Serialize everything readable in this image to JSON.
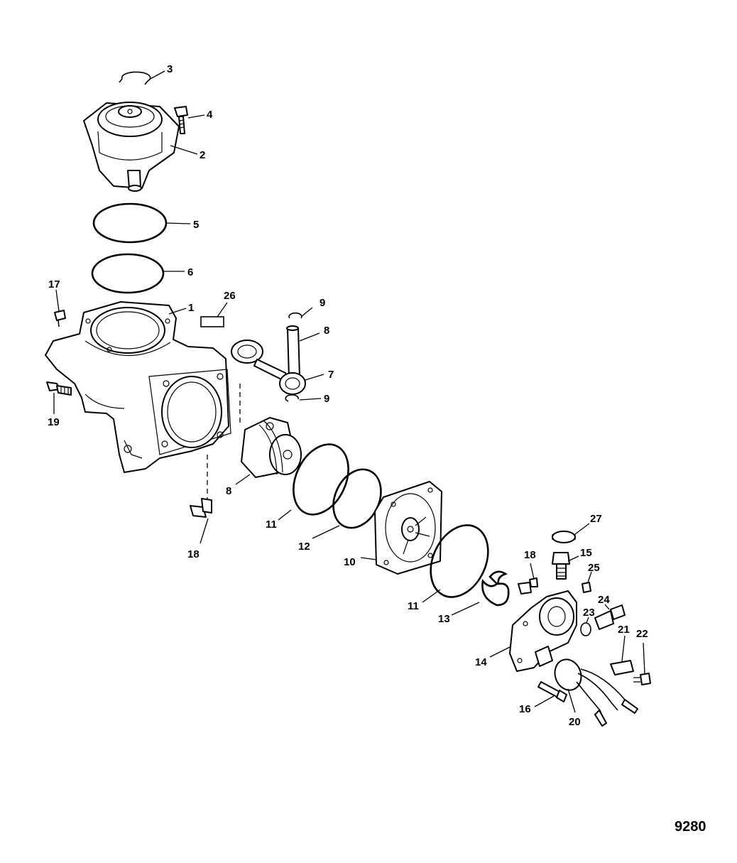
{
  "figure_number": "9280",
  "callouts": {
    "c1": "1",
    "c2": "2",
    "c3": "3",
    "c4": "4",
    "c5": "5",
    "c6": "6",
    "c7": "7",
    "c8a": "8",
    "c8b": "8",
    "c9a": "9",
    "c9b": "9",
    "c10": "10",
    "c11a": "11",
    "c11b": "11",
    "c12": "12",
    "c13": "13",
    "c14": "14",
    "c15": "15",
    "c16": "16",
    "c17": "17",
    "c18a": "18",
    "c18b": "18",
    "c19": "19",
    "c20": "20",
    "c21": "21",
    "c22": "22",
    "c23": "23",
    "c24": "24",
    "c25": "25",
    "c26": "26",
    "c27": "27"
  }
}
